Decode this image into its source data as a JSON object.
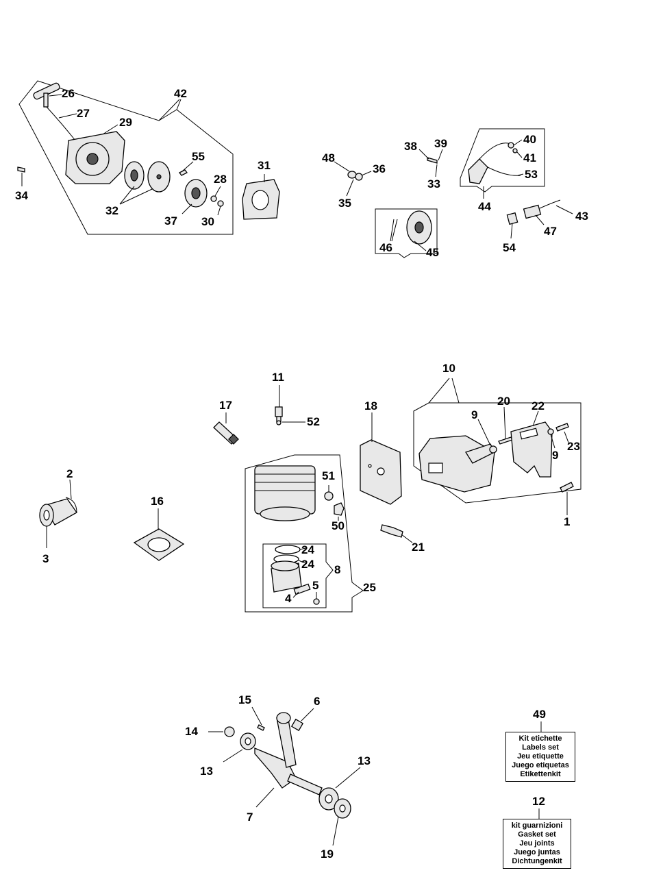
{
  "callouts": {
    "n1": "1",
    "n2": "2",
    "n3": "3",
    "n4": "4",
    "n5": "5",
    "n6": "6",
    "n7": "7",
    "n8": "8",
    "n9a": "9",
    "n9b": "9",
    "n10": "10",
    "n11": "11",
    "n12": "12",
    "n13a": "13",
    "n13b": "13",
    "n14": "14",
    "n15": "15",
    "n16": "16",
    "n17": "17",
    "n18": "18",
    "n19": "19",
    "n20": "20",
    "n21": "21",
    "n22": "22",
    "n23": "23",
    "n24a": "24",
    "n24b": "24",
    "n25": "25",
    "n26": "26",
    "n27": "27",
    "n28": "28",
    "n29": "29",
    "n30": "30",
    "n31": "31",
    "n32": "32",
    "n33": "33",
    "n34": "34",
    "n35": "35",
    "n36": "36",
    "n37": "37",
    "n38": "38",
    "n39": "39",
    "n40": "40",
    "n41": "41",
    "n42": "42",
    "n43": "43",
    "n44": "44",
    "n45": "45",
    "n46": "46",
    "n47": "47",
    "n48": "48",
    "n49": "49",
    "n50": "50",
    "n51": "51",
    "n52": "52",
    "n53": "53",
    "n54": "54",
    "n55": "55"
  },
  "labels_kit": {
    "lines": [
      "Kit etichette",
      "Labels set",
      "Jeu etiquette",
      "Juego etiquetas",
      "Etikettenkit"
    ]
  },
  "gasket_kit": {
    "lines": [
      "kit guarnizioni",
      "Gasket set",
      "Jeu  joints",
      "Juego juntas",
      "Dichtungenkit"
    ]
  }
}
